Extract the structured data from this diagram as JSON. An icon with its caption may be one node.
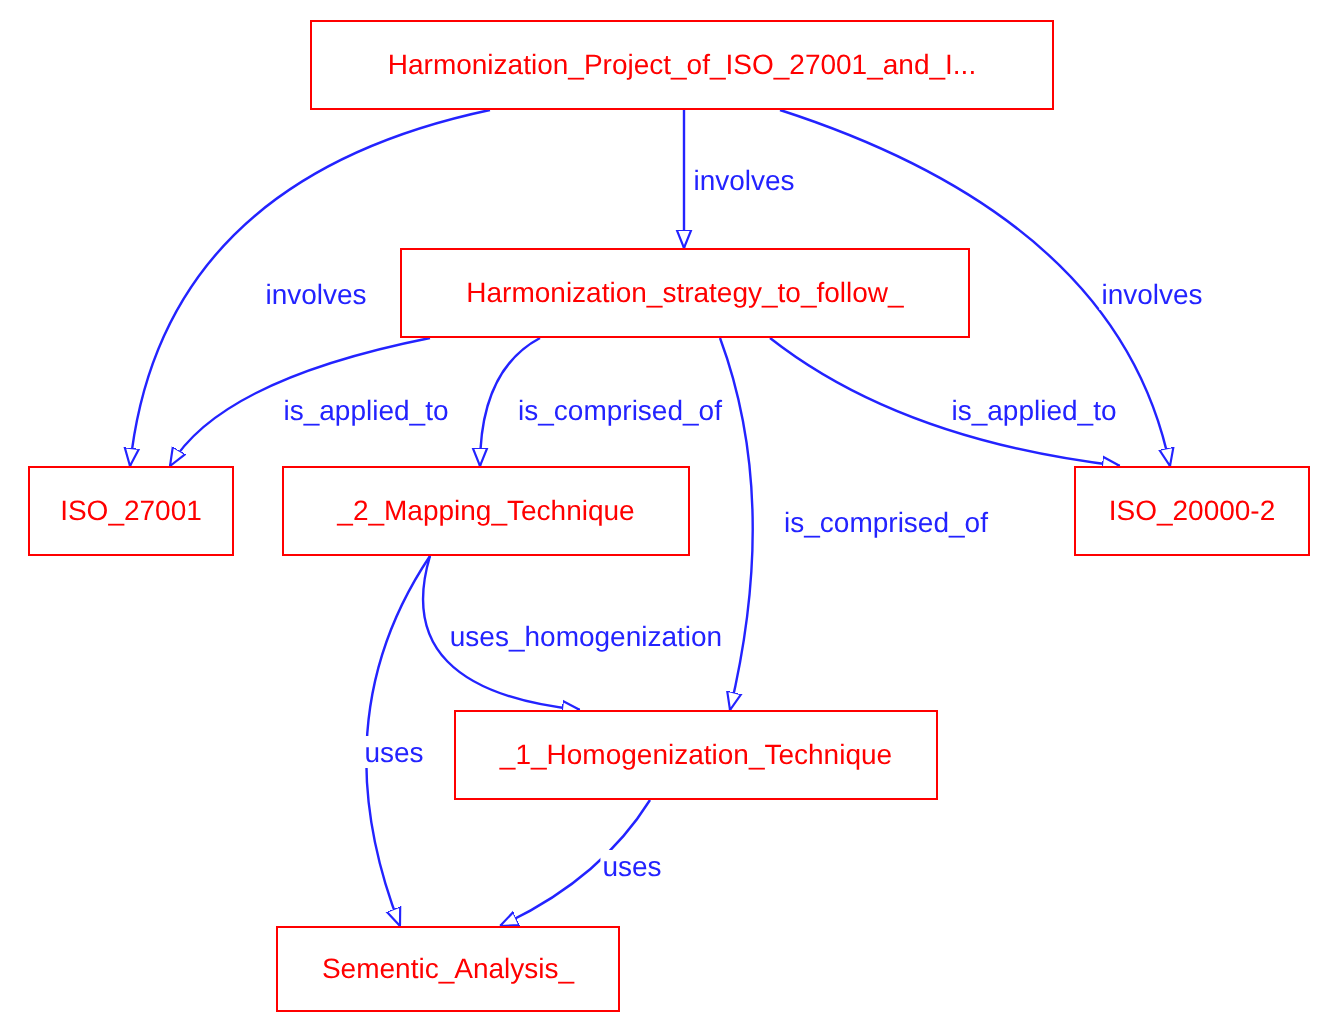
{
  "diagram": {
    "nodes": [
      {
        "text": [
          "Harmonization_Project_of_ISO_27001_and_I..."
        ]
      },
      {
        "text": [
          "Harmonization_strategy_to_follow_"
        ]
      },
      {
        "text": [
          "ISO_27001"
        ]
      },
      {
        "text": [
          "_2_Mapping_Technique"
        ]
      },
      {
        "text": [
          "ISO_20000-2"
        ]
      },
      {
        "text": [
          "_1_Homogenization_Technique"
        ]
      },
      {
        "text": [
          "Sementic_Analysis_"
        ]
      }
    ],
    "edges": [
      {
        "from": 0,
        "to": 2,
        "arrow": "to",
        "label": "involves"
      },
      {
        "from": 0,
        "to": 1,
        "arrow": "to",
        "label": "involves"
      },
      {
        "from": 0,
        "to": 4,
        "arrow": "to",
        "label": "involves"
      },
      {
        "from": 1,
        "to": 2,
        "arrow": "to",
        "label": "is_applied_to"
      },
      {
        "from": 1,
        "to": 3,
        "arrow": "to",
        "label": "is_comprised_of"
      },
      {
        "from": 1,
        "to": 5,
        "arrow": "to",
        "label": "is_comprised_of"
      },
      {
        "from": 1,
        "to": 4,
        "arrow": "to",
        "label": "is_applied_to"
      },
      {
        "from": 3,
        "to": 5,
        "arrow": "to",
        "label": "uses_homogenization"
      },
      {
        "from": 3,
        "to": 6,
        "arrow": "to",
        "label": "uses"
      },
      {
        "from": 5,
        "to": 6,
        "arrow": "to",
        "label": "uses"
      }
    ]
  }
}
